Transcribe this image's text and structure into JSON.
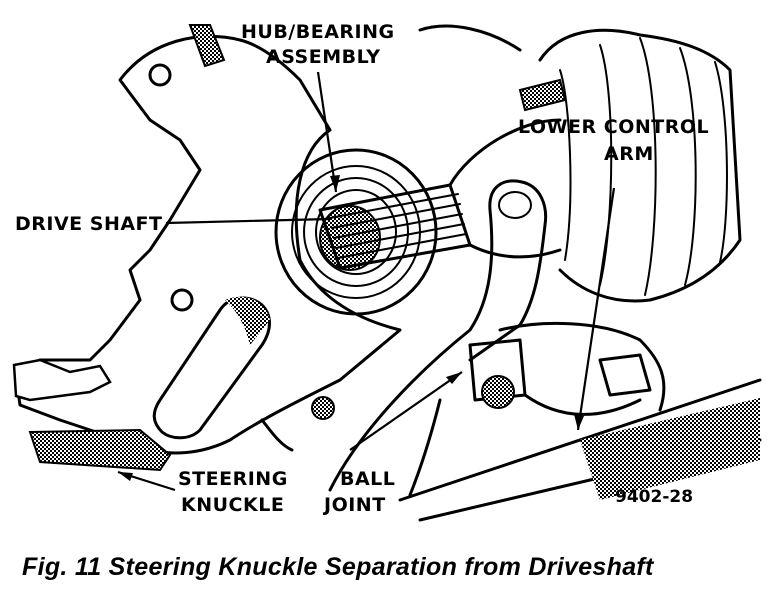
{
  "labels": {
    "hub_bearing_line1": "HUB/BEARING",
    "hub_bearing_line2": "ASSEMBLY",
    "drive_shaft": "DRIVE SHAFT",
    "lower_control_line1": "LOWER CONTROL",
    "lower_control_line2": "ARM",
    "steering_line1": "STEERING",
    "steering_line2": "KNUCKLE",
    "ball_line1": "BALL",
    "ball_line2": "JOINT",
    "figure_id": "9402-28"
  },
  "caption": "Fig. 11 Steering Knuckle Separation from Driveshaft"
}
